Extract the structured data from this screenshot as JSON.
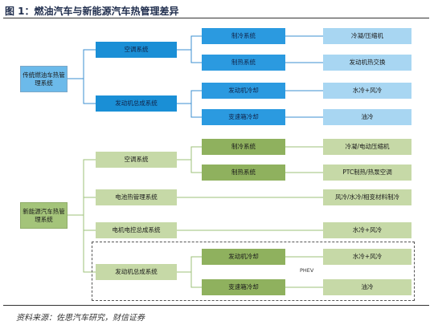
{
  "title": "图 1：燃油汽车与新能源汽车热管理差异",
  "source": "资料来源：佐思汽车研究，财信证券",
  "phev_label": "PHEV",
  "colors": {
    "blue_dark": "#1a8fd6",
    "blue_light": "#a8d6f2",
    "green_dark": "#8fb15e",
    "green_light": "#c6d9a7"
  },
  "fuel": {
    "root": "传统燃油车热管理系统",
    "ac": "空调系统",
    "ac_cool": "制冷系统",
    "ac_cool_leaf": "冷凝/压缩机",
    "ac_heat": "制热系统",
    "ac_heat_leaf": "发动机热交换",
    "engine": "发动机总成系统",
    "eng_cool": "发动机冷却",
    "eng_cool_leaf": "水冷+风冷",
    "trans_cool": "变速箱冷却",
    "trans_cool_leaf": "油冷"
  },
  "nev": {
    "root": "新能源汽车热管理系统",
    "ac": "空调系统",
    "ac_cool": "制冷系统",
    "ac_cool_leaf": "冷凝/电动压缩机",
    "ac_heat": "制热系统",
    "ac_heat_leaf": "PTC制热/热泵空调",
    "battery": "电池热管理系统",
    "battery_leaf": "风冷/水冷/相变材料制冷",
    "motor": "电机电控总成系统",
    "motor_leaf": "水冷+风冷",
    "engine": "发动机总成系统",
    "eng_cool": "发动机冷却",
    "eng_cool_leaf": "水冷+风冷",
    "trans_cool": "变速箱冷却",
    "trans_cool_leaf": "油冷"
  }
}
